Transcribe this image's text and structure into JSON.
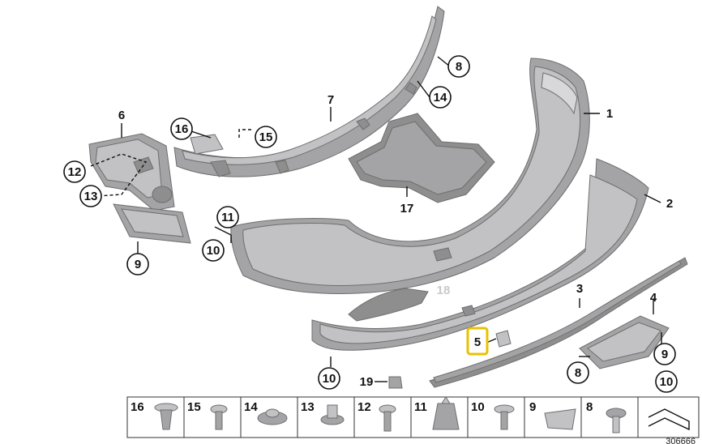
{
  "callouts": {
    "c1": "1",
    "c2": "2",
    "c3": "3",
    "c4": "4",
    "c5": "5",
    "c6": "6",
    "c7": "7",
    "c8a": "8",
    "c8b": "8",
    "c9a": "9",
    "c9b": "9",
    "c10a": "10",
    "c10b": "10",
    "c10c": "10",
    "c11": "11",
    "c12": "12",
    "c13": "13",
    "c14": "14",
    "c15": "15",
    "c16": "16",
    "c17": "17",
    "c18": "18",
    "c19": "19"
  },
  "hardware_strip": [
    "16",
    "15",
    "14",
    "13",
    "12",
    "11",
    "10",
    "9",
    "8"
  ],
  "drawing_number": "306666",
  "colors": {
    "highlight": "#e7c200",
    "ghost_label": "#c9c9c9",
    "part_gray": "#a4a4a6"
  }
}
